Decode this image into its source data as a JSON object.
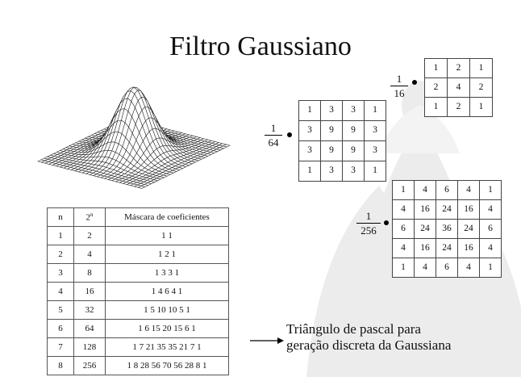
{
  "title": "Filtro Gaussiano",
  "kernel_3x3": {
    "numerator": "1",
    "denominator": "16",
    "rows": [
      [
        "1",
        "2",
        "1"
      ],
      [
        "2",
        "4",
        "2"
      ],
      [
        "1",
        "2",
        "1"
      ]
    ]
  },
  "kernel_4x4": {
    "numerator": "1",
    "denominator": "64",
    "rows": [
      [
        "1",
        "3",
        "3",
        "1"
      ],
      [
        "3",
        "9",
        "9",
        "3"
      ],
      [
        "3",
        "9",
        "9",
        "3"
      ],
      [
        "1",
        "3",
        "3",
        "1"
      ]
    ]
  },
  "kernel_5x5": {
    "numerator": "1",
    "denominator": "256",
    "rows": [
      [
        "1",
        "4",
        "6",
        "4",
        "1"
      ],
      [
        "4",
        "16",
        "24",
        "16",
        "4"
      ],
      [
        "6",
        "24",
        "36",
        "24",
        "6"
      ],
      [
        "4",
        "16",
        "24",
        "16",
        "4"
      ],
      [
        "1",
        "4",
        "6",
        "4",
        "1"
      ]
    ]
  },
  "pascal_table": {
    "headers": [
      "n",
      "2",
      "Máscara de coeficientes"
    ],
    "header_superscript": "n",
    "rows": [
      [
        "1",
        "2",
        "1 1"
      ],
      [
        "2",
        "4",
        "1 2 1"
      ],
      [
        "3",
        "8",
        "1 3 3 1"
      ],
      [
        "4",
        "16",
        "1 4 6 4 1"
      ],
      [
        "5",
        "32",
        "1 5 10 10 5 1"
      ],
      [
        "6",
        "64",
        "1 6 15 20 15 6 1"
      ],
      [
        "7",
        "128",
        "1 7 21 35 35 21 7 1"
      ],
      [
        "8",
        "256",
        "1 8 28 56 70 56 28 8 1"
      ]
    ]
  },
  "caption": {
    "line1": "Triângulo de pascal para",
    "line2": "geração discreta da Gaussiana"
  },
  "colors": {
    "watermark": "#e6e6e6",
    "text": "#111111",
    "mesh": "#222222"
  },
  "icons": [
    "gaussian-surface-icon",
    "university-crest-watermark-icon",
    "arrow-right-icon"
  ]
}
